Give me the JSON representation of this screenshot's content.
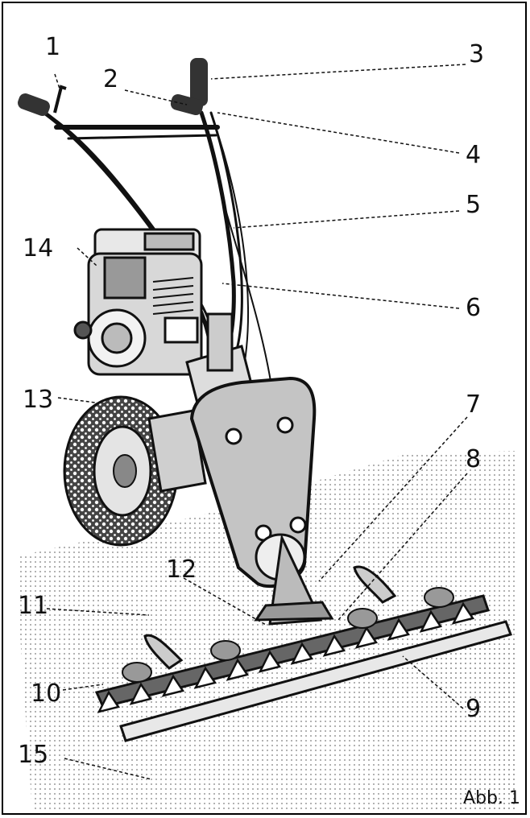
{
  "figure": {
    "caption": "Abb. 1",
    "callouts": [
      "1",
      "2",
      "3",
      "4",
      "5",
      "6",
      "7",
      "8",
      "9",
      "10",
      "11",
      "12",
      "13",
      "14",
      "15"
    ]
  },
  "colors": {
    "ink": "#111111",
    "dots": "#9a9a9a",
    "paper": "#ffffff"
  },
  "icons": [
    "two-wheel-tractor-mower-illustration"
  ]
}
